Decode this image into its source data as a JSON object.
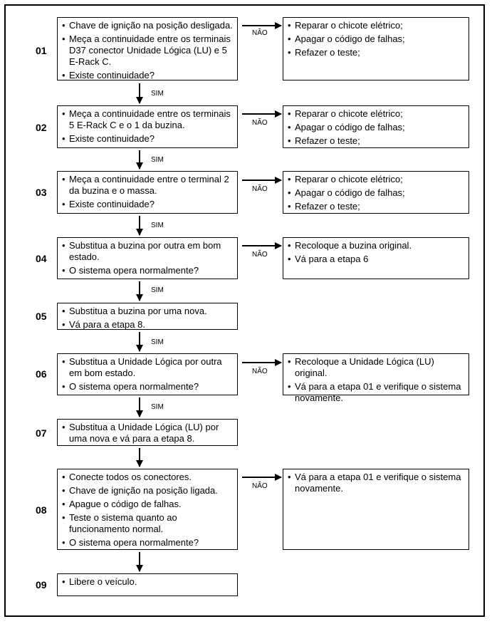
{
  "steps": [
    {
      "num": "01",
      "items": [
        "Chave de ignição na posição desligada.",
        "Meça a continuidade entre os terminais D37 conector Unidade Lógica (LU) e 5 E-Rack C.",
        "Existe continuidade?"
      ],
      "no_items": [
        "Reparar o chicote elétrico;",
        "Apagar o código de falhas;",
        "Refazer o teste;"
      ]
    },
    {
      "num": "02",
      "items": [
        "Meça a continuidade entre os terminais 5 E-Rack C e o 1 da buzina.",
        "Existe continuidade?"
      ],
      "no_items": [
        "Reparar o chicote elétrico;",
        "Apagar o código de falhas;",
        "Refazer o teste;"
      ]
    },
    {
      "num": "03",
      "items": [
        "Meça a continuidade entre o terminal 2 da buzina e o massa.",
        "Existe continuidade?"
      ],
      "no_items": [
        "Reparar o chicote elétrico;",
        "Apagar o código de falhas;",
        "Refazer o teste;"
      ]
    },
    {
      "num": "04",
      "items": [
        "Substitua a buzina por outra em bom estado.",
        "O sistema opera normalmente?"
      ],
      "no_items": [
        "Recoloque a  buzina original.",
        "Vá para a etapa 6"
      ]
    },
    {
      "num": "05",
      "items": [
        "Substitua a buzina por uma nova.",
        "Vá para a etapa 8."
      ]
    },
    {
      "num": "06",
      "items": [
        "Substitua a Unidade Lógica por outra em bom estado.",
        "O sistema opera normalmente?"
      ],
      "no_items": [
        "Recoloque a Unidade Lógica (LU) original.",
        "Vá para a etapa 01 e verifique o sistema novamente."
      ]
    },
    {
      "num": "07",
      "items": [
        "Substitua a Unidade Lógica (LU) por uma nova e vá para a etapa 8."
      ]
    },
    {
      "num": "08",
      "items": [
        "Conecte todos os conectores.",
        "Chave de ignição na posição ligada.",
        "Apague o código de falhas.",
        "Teste o sistema quanto ao funcionamento normal.",
        "O sistema opera normalmente?"
      ],
      "no_items": [
        "Vá para a etapa 01 e verifique o sistema novamente."
      ]
    },
    {
      "num": "09",
      "items": [
        "Libere o veículo."
      ]
    }
  ],
  "labels": {
    "yes": "SIM",
    "no": "NÃO"
  }
}
